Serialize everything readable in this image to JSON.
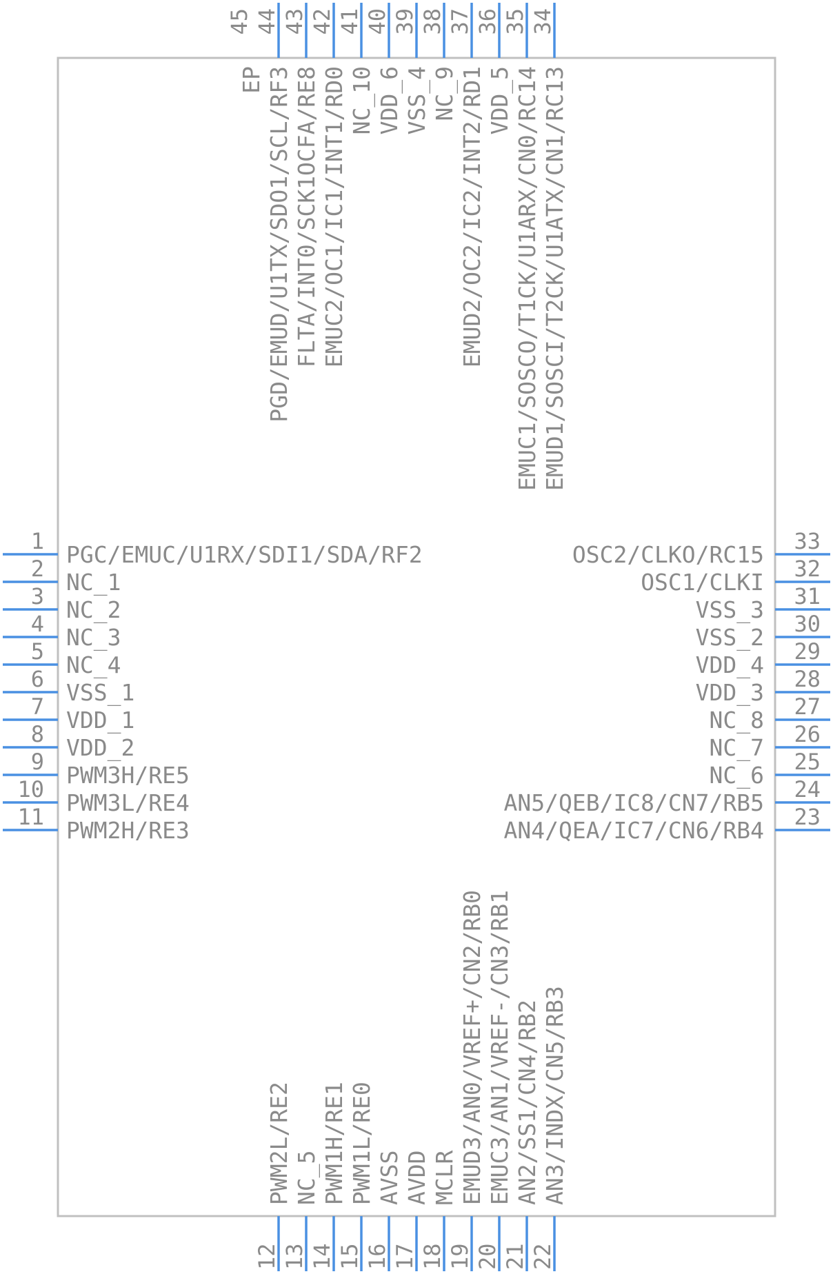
{
  "component": {
    "left_pins": [
      {
        "num": "1",
        "label": "PGC/EMUC/U1RX/SDI1/SDA/RF2"
      },
      {
        "num": "2",
        "label": "NC_1"
      },
      {
        "num": "3",
        "label": "NC_2"
      },
      {
        "num": "4",
        "label": "NC_3"
      },
      {
        "num": "5",
        "label": "NC_4"
      },
      {
        "num": "6",
        "label": "VSS_1"
      },
      {
        "num": "7",
        "label": "VDD_1"
      },
      {
        "num": "8",
        "label": "VDD_2"
      },
      {
        "num": "9",
        "label": "PWM3H/RE5"
      },
      {
        "num": "10",
        "label": "PWM3L/RE4"
      },
      {
        "num": "11",
        "label": "PWM2H/RE3"
      }
    ],
    "right_pins": [
      {
        "num": "33",
        "label": "OSC2/CLKO/RC15"
      },
      {
        "num": "32",
        "label": "OSC1/CLKI"
      },
      {
        "num": "31",
        "label": "VSS_3"
      },
      {
        "num": "30",
        "label": "VSS_2"
      },
      {
        "num": "29",
        "label": "VDD_4"
      },
      {
        "num": "28",
        "label": "VDD_3"
      },
      {
        "num": "27",
        "label": "NC_8"
      },
      {
        "num": "26",
        "label": "NC_7"
      },
      {
        "num": "25",
        "label": "NC_6"
      },
      {
        "num": "24",
        "label": "AN5/QEB/IC8/CN7/RB5"
      },
      {
        "num": "23",
        "label": "AN4/QEA/IC7/CN6/RB4"
      }
    ],
    "bottom_pins": [
      {
        "num": "12",
        "label": "PWM2L/RE2"
      },
      {
        "num": "13",
        "label": "NC_5"
      },
      {
        "num": "14",
        "label": "PWM1H/RE1"
      },
      {
        "num": "15",
        "label": "PWM1L/RE0"
      },
      {
        "num": "16",
        "label": "AVSS"
      },
      {
        "num": "17",
        "label": "AVDD"
      },
      {
        "num": "18",
        "label": "MCLR"
      },
      {
        "num": "19",
        "label": "EMUD3/AN0/VREF+/CN2/RB0"
      },
      {
        "num": "20",
        "label": "EMUC3/AN1/VREF-/CN3/RB1"
      },
      {
        "num": "21",
        "label": "AN2/SS1/CN4/RB2"
      },
      {
        "num": "22",
        "label": "AN3/INDX/CN5/RB3"
      }
    ],
    "top_pins": [
      {
        "num": "45",
        "label": "EP"
      },
      {
        "num": "44",
        "label": "PGD/EMUD/U1TX/SDO1/SCL/RF3"
      },
      {
        "num": "43",
        "label": "FLTA/INT0/SCK1OCFA/RE8"
      },
      {
        "num": "42",
        "label": "EMUC2/OC1/IC1/INT1/RD0"
      },
      {
        "num": "41",
        "label": "NC_10"
      },
      {
        "num": "40",
        "label": "VDD_6"
      },
      {
        "num": "39",
        "label": "VSS_4"
      },
      {
        "num": "38",
        "label": "NC_9"
      },
      {
        "num": "37",
        "label": "EMUD2/OC2/IC2/INT2/RD1"
      },
      {
        "num": "36",
        "label": "VDD_5"
      },
      {
        "num": "35",
        "label": "EMUC1/SOSCO/T1CK/U1ARX/CN0/RC14"
      },
      {
        "num": "34",
        "label": "EMUD1/SOSCI/T2CK/U1ATX/CN1/RC13"
      }
    ]
  },
  "colors": {
    "pin": "#4a90e2",
    "body": "#c0c0c0",
    "text": "#8a8a8a"
  }
}
